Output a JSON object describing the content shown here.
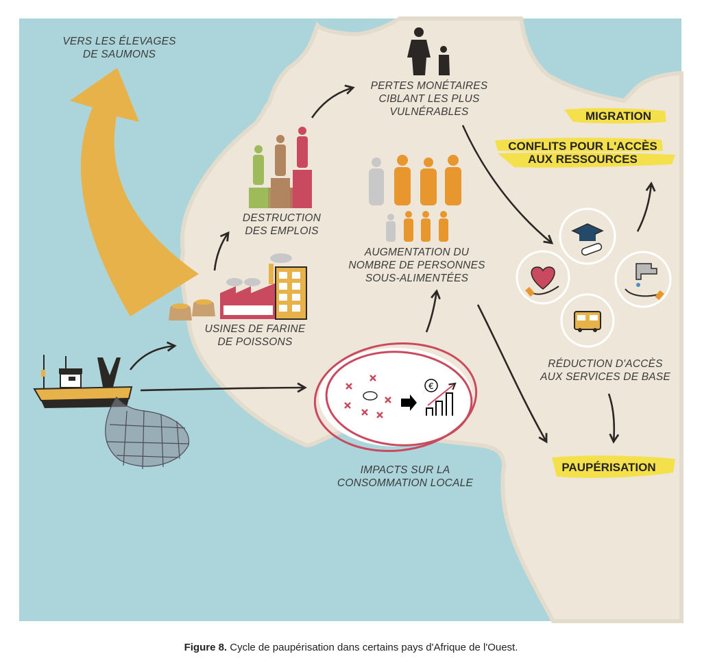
{
  "colors": {
    "sea": "#acd5db",
    "land": "#efe6da",
    "flow_arrow": "#e8b24a",
    "arrows": "#2b2724",
    "accent_red": "#c94a5e",
    "people_orange": "#e8962e",
    "highlight_yellow": "#f4e04a"
  },
  "labels": {
    "salmon_farms": [
      "VERS LES ÉLEVAGES",
      "DE SAUMONS"
    ],
    "job_destruction": [
      "DESTRUCTION",
      "DES EMPLOIS"
    ],
    "fishmeal_plants": [
      "USINES DE FARINE",
      "DE POISSONS"
    ],
    "monetary_losses": [
      "PERTES MONÉTAIRES",
      "CIBLANT LES PLUS",
      "VULNÉRABLES"
    ],
    "undernourished": [
      "AUGMENTATION DU",
      "NOMBRE DE PERSONNES",
      "SOUS-ALIMENTÉES"
    ],
    "local_consumption": [
      "IMPACTS SUR LA",
      "CONSOMMATION LOCALE"
    ],
    "basic_services": [
      "RÉDUCTION D'ACCÈS",
      "AUX SERVICES DE BASE"
    ]
  },
  "highlights": {
    "migration": "MIGRATION",
    "conflicts": [
      "CONFLITS POUR L'ACCÈS",
      "AUX RESSOURCES"
    ],
    "impoverishment": "PAUPÉRISATION"
  },
  "icons": [
    "fishing-boat-icon",
    "fish-net-icon",
    "fishmeal-sacks-icon",
    "factory-icon",
    "job-podium-icon",
    "family-icon",
    "people-group-icon",
    "crossed-fish-icon",
    "euro-icon",
    "rising-bars-icon",
    "graduation-icon",
    "health-heart-icon",
    "water-tap-icon",
    "bus-icon"
  ],
  "caption": {
    "label": "Figure 8.",
    "text": " Cycle de paupérisation dans certains pays d'Afrique de l'Ouest."
  }
}
